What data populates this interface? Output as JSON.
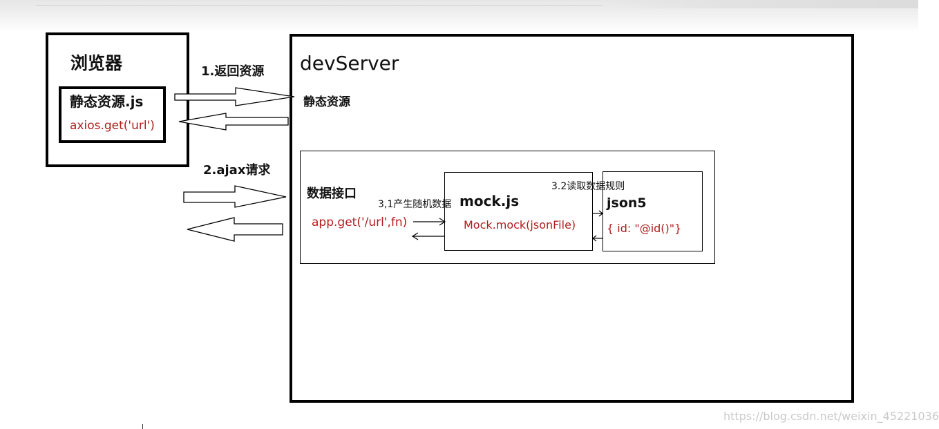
{
  "browser": {
    "title": "浏览器",
    "static_box_title": "静态资源.js",
    "static_box_code": "axios.get('url')"
  },
  "devserver": {
    "title": "devServer",
    "static_label": "静态资源",
    "api_label": "数据接口",
    "api_code": "app.get('/url',fn)"
  },
  "mock": {
    "title": "mock.js",
    "code": "Mock.mock(jsonFile)"
  },
  "json5": {
    "title": "json5",
    "code": "{ id: \"@id()\"}"
  },
  "arrows": {
    "return_resource": "1.返回资源",
    "ajax_request": "2.ajax请求",
    "generate_data": "3,1产生随机数据",
    "read_rules": "3.2读取数据规则"
  },
  "watermark": "https://blog.csdn.net/weixin_45221036",
  "colors": {
    "code_red": "#b01c1c",
    "border": "#000000"
  }
}
